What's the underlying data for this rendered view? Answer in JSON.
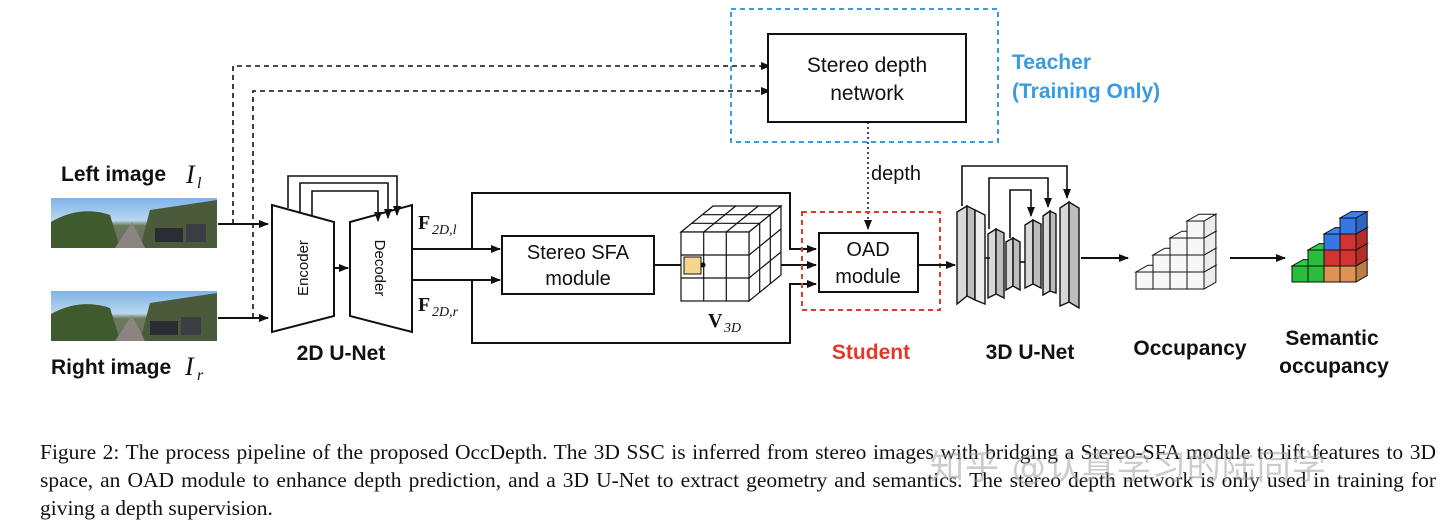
{
  "colors": {
    "teacher": "#3a9be0",
    "student": "#e03a2a",
    "ink": "#111111"
  },
  "labels": {
    "left_image": "Left image",
    "left_image_sym": "I",
    "left_image_sub": "l",
    "right_image": "Right image",
    "right_image_sym": "I",
    "right_image_sub": "r",
    "encoder": "Encoder",
    "decoder": "Decoder",
    "unet2d": "2D U-Net",
    "f_left_main": "F",
    "f_left_sub": "2D,l",
    "f_right_main": "F",
    "f_right_sub": "2D,r",
    "sfa_line1": "Stereo SFA",
    "sfa_line2": "module",
    "v3d_main": "V",
    "v3d_sub": "3D",
    "stereo_line1": "Stereo depth",
    "stereo_line2": "network",
    "teacher_line1": "Teacher",
    "teacher_line2": "(Training Only)",
    "depth": "depth",
    "oad_line1": "OAD",
    "oad_line2": "module",
    "student": "Student",
    "unet3d": "3D U-Net",
    "occupancy": "Occupancy",
    "semantic_line1": "Semantic",
    "semantic_line2": "occupancy"
  },
  "caption": "Figure 2: The process pipeline of the proposed OccDepth. The 3D SSC is inferred from stereo images with bridging a Stereo-SFA module to lift features to 3D space, an OAD module to enhance depth prediction, and a 3D U-Net to extract geometry and semantics. The stereo depth network is only used in training for giving a depth supervision.",
  "watermark": "知乎 @认真学习的陆同学"
}
